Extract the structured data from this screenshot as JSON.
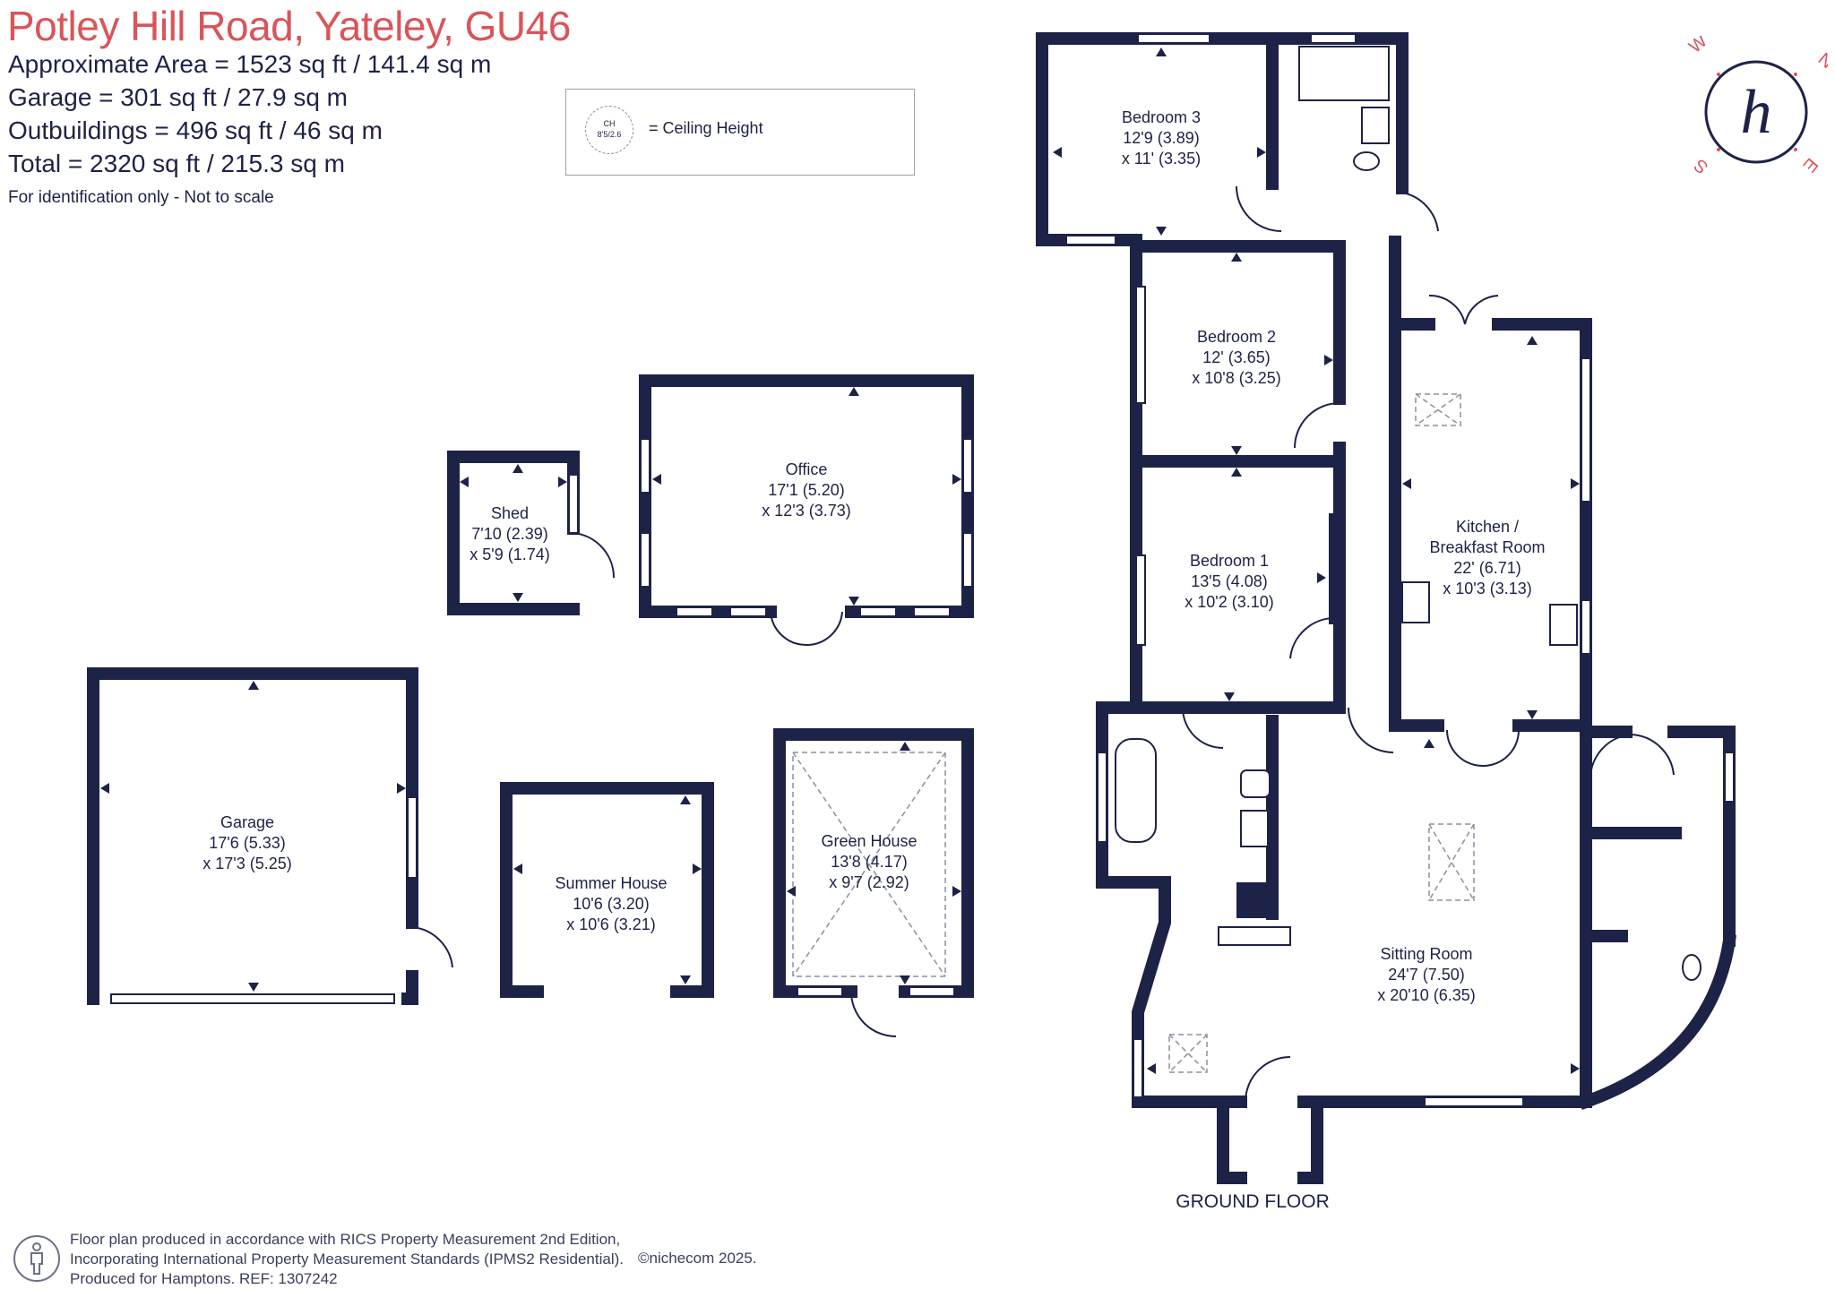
{
  "header": {
    "title": "Potley Hill Road, Yateley, GU46",
    "areas": [
      "Approximate Area = 1523 sq ft / 141.4 sq m",
      "Garage = 301 sq ft / 27.9 sq m",
      "Outbuildings = 496 sq ft / 46 sq m",
      "Total = 2320 sq ft / 215.3 sq m"
    ],
    "note": "For identification only - Not to scale"
  },
  "legend": {
    "circle_line1": "CH",
    "circle_line2": "8'5/2.6",
    "label": "= Ceiling Height"
  },
  "rooms": {
    "bedroom3": [
      "Bedroom 3",
      "12'9 (3.89)",
      "x 11' (3.35)"
    ],
    "bedroom2": [
      "Bedroom 2",
      "12' (3.65)",
      "x 10'8 (3.25)"
    ],
    "bedroom1": [
      "Bedroom 1",
      "13'5 (4.08)",
      "x 10'2 (3.10)"
    ],
    "kitchen": [
      "Kitchen /",
      "Breakfast Room",
      "22' (6.71)",
      "x 10'3 (3.13)"
    ],
    "sitting": [
      "Sitting Room",
      "24'7 (7.50)",
      "x 20'10 (6.35)"
    ],
    "office": [
      "Office",
      "17'1 (5.20)",
      "x 12'3 (3.73)"
    ],
    "shed": [
      "Shed",
      "7'10 (2.39)",
      "x 5'9 (1.74)"
    ],
    "garage": [
      "Garage",
      "17'6 (5.33)",
      "x 17'3 (5.25)"
    ],
    "summer": [
      "Summer House",
      "10'6 (3.20)",
      "x 10'6 (3.21)"
    ],
    "green": [
      "Green House",
      "13'8 (4.17)",
      "x 9'7 (2.92)"
    ]
  },
  "floor_label": "GROUND FLOOR",
  "footer": {
    "lines": [
      "Floor plan produced in accordance with RICS Property Measurement 2nd Edition,",
      "Incorporating International Property Measurement Standards (IPMS2 Residential).",
      "Produced for Hamptons.  REF: 1307242"
    ],
    "copyright": "©nichecom 2025."
  },
  "compass": {
    "n": "N",
    "e": "E",
    "s": "S",
    "w": "W",
    "logo": "h"
  },
  "colors": {
    "wall": "#1d2247",
    "accent": "#d9555a",
    "text": "#1d2247"
  }
}
